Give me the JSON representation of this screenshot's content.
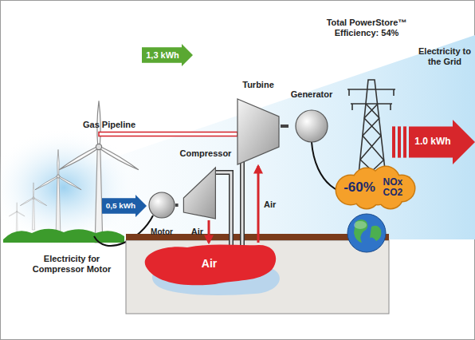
{
  "diagram": {
    "title": "Total PowerStore™ Efficiency: 54%",
    "nodes": [
      {
        "text": [
          "1,3 kWh"
        ]
      },
      {
        "text": [
          "Turbine"
        ]
      },
      {
        "text": [
          "Generator"
        ]
      },
      {
        "text": [
          "1.0 kWh"
        ]
      },
      {
        "text": [
          "0,5 kWh"
        ]
      },
      {
        "text": [
          "Compressor"
        ]
      },
      {
        "text": [
          "Motor"
        ]
      },
      {
        "text": [
          "-60%",
          "NOx CO2"
        ]
      },
      {
        "text": [
          "Air"
        ]
      }
    ],
    "edges": [
      {
        "from": 6,
        "to": 5,
        "arrow": "none"
      },
      {
        "from": 5,
        "to": 8,
        "label": "Air",
        "arrow": "to"
      },
      {
        "from": 8,
        "to": 1,
        "label": "Air",
        "arrow": "to"
      },
      {
        "from": 1,
        "to": 2,
        "arrow": "none"
      }
    ],
    "labels": [
      "Gas Pipeline",
      "Electricity to the Grid",
      "Electricity for Compressor Motor"
    ]
  }
}
